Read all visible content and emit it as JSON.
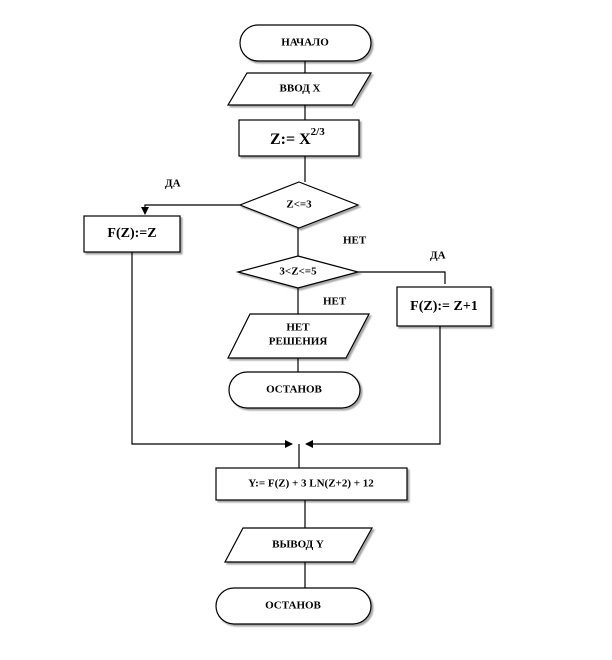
{
  "nodes": {
    "start": "НАЧАЛО",
    "input": "ВВОД  X",
    "assign_z": {
      "lhs": "Z:= X",
      "exp": "2/3"
    },
    "cond1": "Z<=3",
    "f_z": "F(Z):=Z",
    "cond2": "3<Z<=5",
    "f_z1": "F(Z):= Z+1",
    "no_solution": [
      "НЕТ",
      "РЕШЕНИЯ"
    ],
    "stop1": "ОСТАНОВ",
    "compute_y": "Y:= F(Z) + 3 LN(Z+2) + 12",
    "output": "ВЫВОД   Y",
    "stop2": "ОСТАНОВ"
  },
  "labels": {
    "yes1": "ДА",
    "no1": "НЕТ",
    "yes2": "ДА",
    "no2": "НЕТ"
  }
}
